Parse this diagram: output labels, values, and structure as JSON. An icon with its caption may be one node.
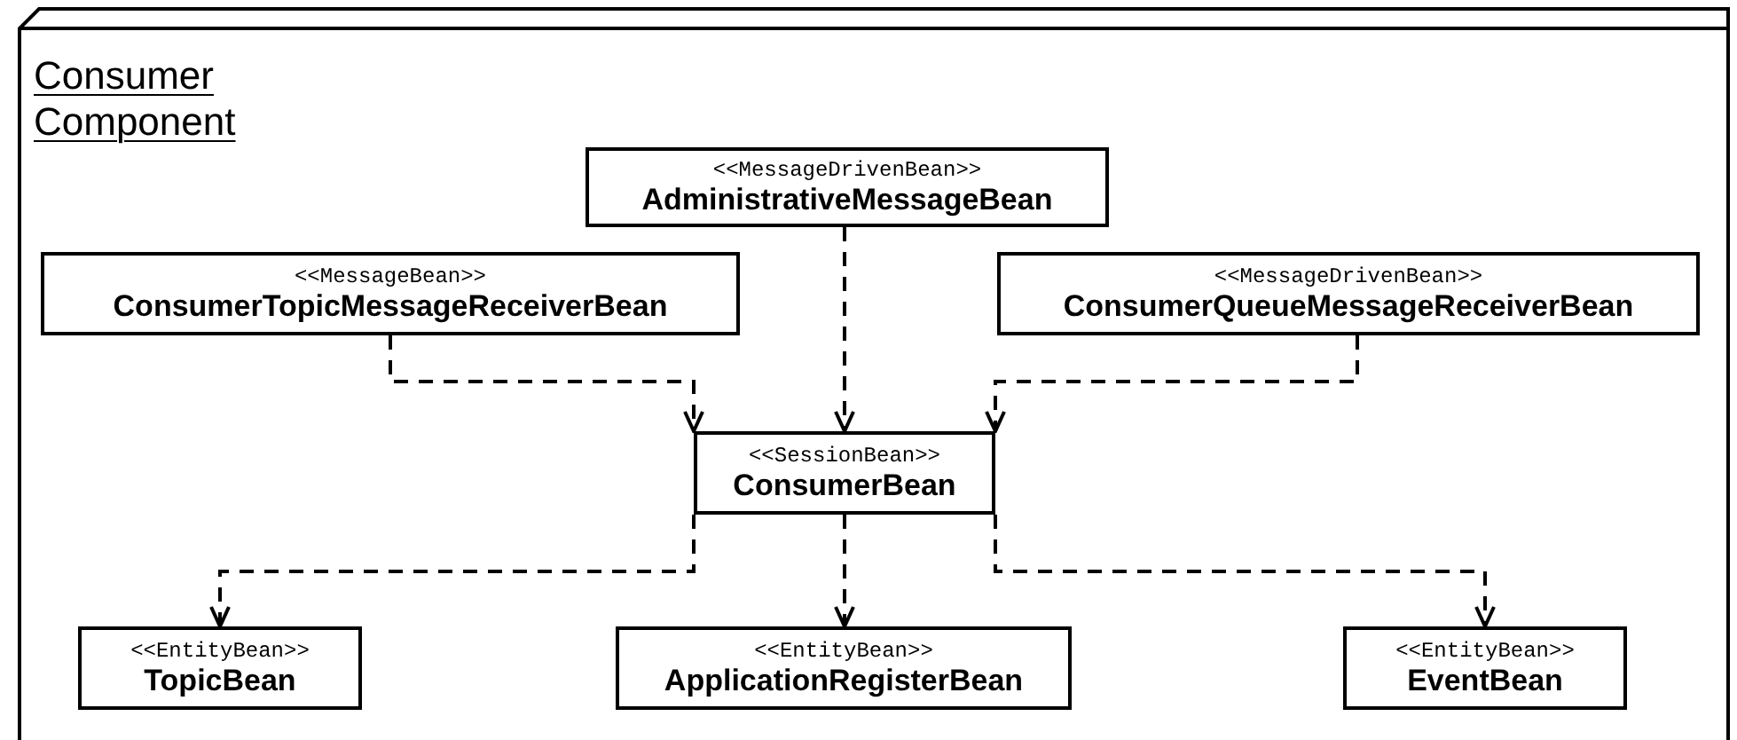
{
  "diagram": {
    "nodes": [
      {
        "text": [
          "Consumer Component"
        ]
      },
      {
        "text": [
          "<<MessageDrivenBean>>",
          "AdministrativeMessageBean"
        ],
        "in": 0
      },
      {
        "text": [
          "<<MessageBean>>",
          "ConsumerTopicMessageReceiverBean"
        ],
        "in": 0
      },
      {
        "text": [
          "<<MessageDrivenBean>>",
          "ConsumerQueueMessageReceiverBean"
        ],
        "in": 0
      },
      {
        "text": [
          "<<SessionBean>>",
          "ConsumerBean"
        ],
        "in": 0
      },
      {
        "text": [
          "<<EntityBean>>",
          "TopicBean"
        ],
        "in": 0
      },
      {
        "text": [
          "<<EntityBean>>",
          "ApplicationRegisterBean"
        ],
        "in": 0
      },
      {
        "text": [
          "<<EntityBean>>",
          "EventBean"
        ],
        "in": 0
      }
    ],
    "edges": [
      {
        "from": 2,
        "to": 4,
        "arrow": "to",
        "style": "dashed"
      },
      {
        "from": 1,
        "to": 4,
        "arrow": "to",
        "style": "dashed"
      },
      {
        "from": 3,
        "to": 4,
        "arrow": "to",
        "style": "dashed"
      },
      {
        "from": 4,
        "to": 5,
        "arrow": "to",
        "style": "dashed"
      },
      {
        "from": 4,
        "to": 6,
        "arrow": "to",
        "style": "dashed"
      },
      {
        "from": 4,
        "to": 7,
        "arrow": "to",
        "style": "dashed"
      }
    ]
  }
}
